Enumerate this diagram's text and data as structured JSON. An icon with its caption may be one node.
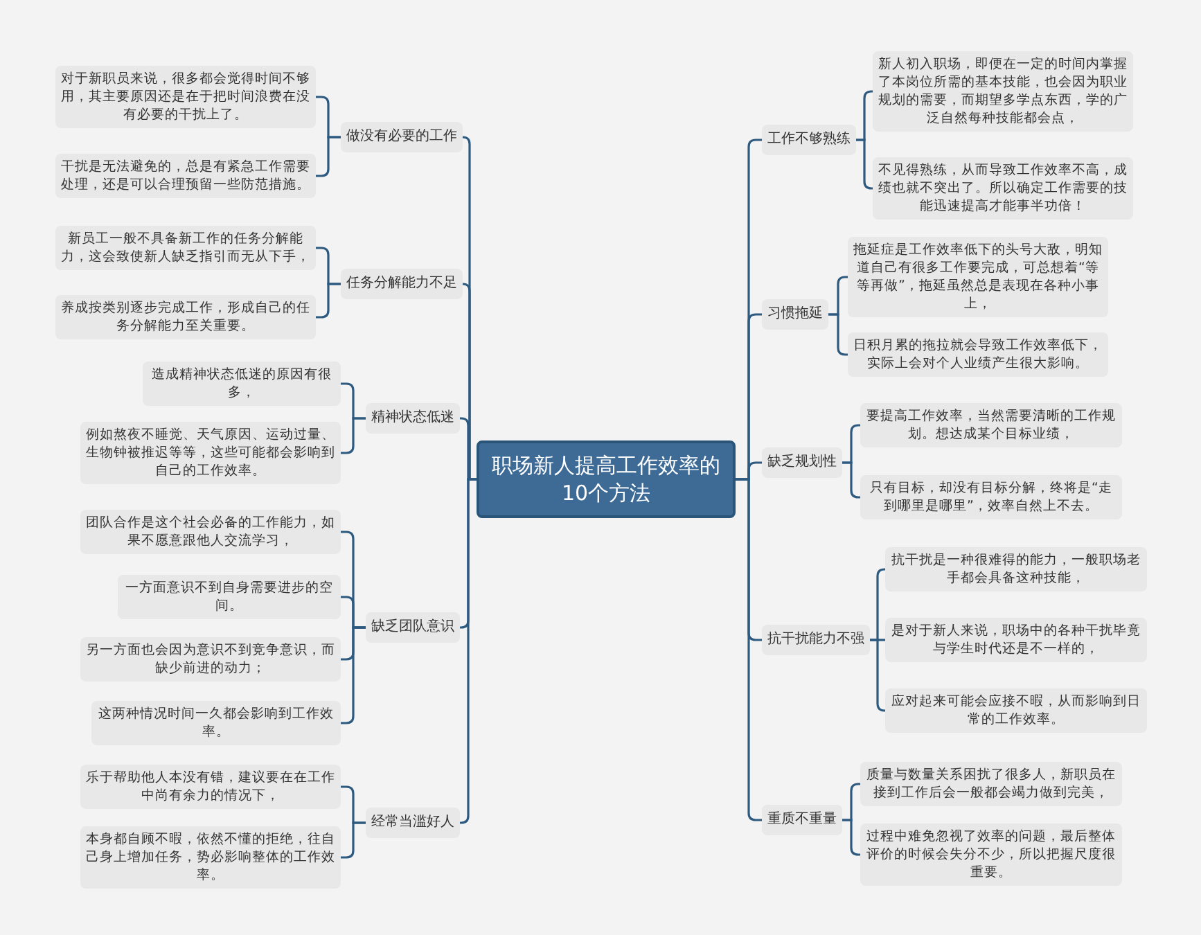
{
  "diagram": {
    "nodes": [
      {
        "text": [
          "职场新人提高工作效率的10个方法"
        ]
      },
      {
        "text": [
          "做没有必要的工作"
        ]
      },
      {
        "text": [
          "对于新职员来说，很多都会觉得时间不够用，其主要原因还是在于把时间浪费在没有必要的干扰上了。"
        ]
      },
      {
        "text": [
          "干扰是无法避免的，总是有紧急工作需要处理，还是可以合理预留一些防范措施。"
        ]
      },
      {
        "text": [
          "任务分解能力不足"
        ]
      },
      {
        "text": [
          "新员工一般不具备新工作的任务分解能力，这会致使新人缺乏指引而无从下手，"
        ]
      },
      {
        "text": [
          "养成按类别逐步完成工作，形成自己的任务分解能力至关重要。"
        ]
      },
      {
        "text": [
          "精神状态低迷"
        ]
      },
      {
        "text": [
          "造成精神状态低迷的原因有很多，"
        ]
      },
      {
        "text": [
          "例如熬夜不睡觉、天气原因、运动过量、生物钟被推迟等等，这些可能都会影响到自己的工作效率。"
        ]
      },
      {
        "text": [
          "缺乏团队意识"
        ]
      },
      {
        "text": [
          "团队合作是这个社会必备的工作能力，如果不愿意跟他人交流学习，"
        ]
      },
      {
        "text": [
          "一方面意识不到自身需要进步的空间。"
        ]
      },
      {
        "text": [
          "另一方面也会因为意识不到竞争意识，而缺少前进的动力；"
        ]
      },
      {
        "text": [
          "这两种情况时间一久都会影响到工作效率。"
        ]
      },
      {
        "text": [
          "经常当滥好人"
        ]
      },
      {
        "text": [
          "乐于帮助他人本没有错，建议要在在工作中尚有余力的情况下，"
        ]
      },
      {
        "text": [
          "本身都自顾不暇，依然不懂的拒绝，往自己身上增加任务，势必影响整体的工作效率。"
        ]
      },
      {
        "text": [
          "工作不够熟练"
        ]
      },
      {
        "text": [
          "新人初入职场，即便在一定的时间内掌握了本岗位所需的基本技能，也会因为职业规划的需要，而期望多学点东西，学的广泛自然每种技能都会点，"
        ]
      },
      {
        "text": [
          "不见得熟练，从而导致工作效率不高，成绩也就不突出了。所以确定工作需要的技能迅速提高才能事半功倍！"
        ]
      },
      {
        "text": [
          "习惯拖延"
        ]
      },
      {
        "text": [
          "拖延症是工作效率低下的头号大敌，明知道自己有很多工作要完成，可总想着“等等再做”，拖延虽然总是表现在各种小事上，"
        ]
      },
      {
        "text": [
          "日积月累的拖拉就会导致工作效率低下，实际上会对个人业绩产生很大影响。"
        ]
      },
      {
        "text": [
          "缺乏规划性"
        ]
      },
      {
        "text": [
          "要提高工作效率，当然需要清晰的工作规划。想达成某个目标业绩，"
        ]
      },
      {
        "text": [
          "只有目标，却没有目标分解，终将是“走到哪里是哪里”，效率自然上不去。"
        ]
      },
      {
        "text": [
          "抗干扰能力不强"
        ]
      },
      {
        "text": [
          "抗干扰是一种很难得的能力，一般职场老手都会具备这种技能，"
        ]
      },
      {
        "text": [
          "是对于新人来说，职场中的各种干扰毕竟与学生时代还是不一样的，"
        ]
      },
      {
        "text": [
          "应对起来可能会应接不暇，从而影响到日常的工作效率。"
        ]
      },
      {
        "text": [
          "重质不重量"
        ]
      },
      {
        "text": [
          "质量与数量关系困扰了很多人，新职员在接到工作后会一般都会竭力做到完美，"
        ]
      },
      {
        "text": [
          "过程中难免忽视了效率的问题，最后整体评价的时候会失分不少，所以把握尺度很重要。"
        ]
      }
    ],
    "edges": [
      {
        "from": 0,
        "to": 1,
        "arrow": "none"
      },
      {
        "from": 1,
        "to": 2,
        "arrow": "none"
      },
      {
        "from": 1,
        "to": 3,
        "arrow": "none"
      },
      {
        "from": 0,
        "to": 4,
        "arrow": "none"
      },
      {
        "from": 4,
        "to": 5,
        "arrow": "none"
      },
      {
        "from": 4,
        "to": 6,
        "arrow": "none"
      },
      {
        "from": 0,
        "to": 7,
        "arrow": "none"
      },
      {
        "from": 7,
        "to": 8,
        "arrow": "none"
      },
      {
        "from": 7,
        "to": 9,
        "arrow": "none"
      },
      {
        "from": 0,
        "to": 10,
        "arrow": "none"
      },
      {
        "from": 10,
        "to": 11,
        "arrow": "none"
      },
      {
        "from": 10,
        "to": 12,
        "arrow": "none"
      },
      {
        "from": 10,
        "to": 13,
        "arrow": "none"
      },
      {
        "from": 10,
        "to": 14,
        "arrow": "none"
      },
      {
        "from": 0,
        "to": 15,
        "arrow": "none"
      },
      {
        "from": 15,
        "to": 16,
        "arrow": "none"
      },
      {
        "from": 15,
        "to": 17,
        "arrow": "none"
      },
      {
        "from": 0,
        "to": 18,
        "arrow": "none"
      },
      {
        "from": 18,
        "to": 19,
        "arrow": "none"
      },
      {
        "from": 18,
        "to": 20,
        "arrow": "none"
      },
      {
        "from": 0,
        "to": 21,
        "arrow": "none"
      },
      {
        "from": 21,
        "to": 22,
        "arrow": "none"
      },
      {
        "from": 21,
        "to": 23,
        "arrow": "none"
      },
      {
        "from": 0,
        "to": 24,
        "arrow": "none"
      },
      {
        "from": 24,
        "to": 25,
        "arrow": "none"
      },
      {
        "from": 24,
        "to": 26,
        "arrow": "none"
      },
      {
        "from": 0,
        "to": 27,
        "arrow": "none"
      },
      {
        "from": 27,
        "to": 28,
        "arrow": "none"
      },
      {
        "from": 27,
        "to": 29,
        "arrow": "none"
      },
      {
        "from": 27,
        "to": 30,
        "arrow": "none"
      },
      {
        "from": 0,
        "to": 31,
        "arrow": "none"
      },
      {
        "from": 31,
        "to": 32,
        "arrow": "none"
      },
      {
        "from": 31,
        "to": 33,
        "arrow": "none"
      }
    ]
  }
}
